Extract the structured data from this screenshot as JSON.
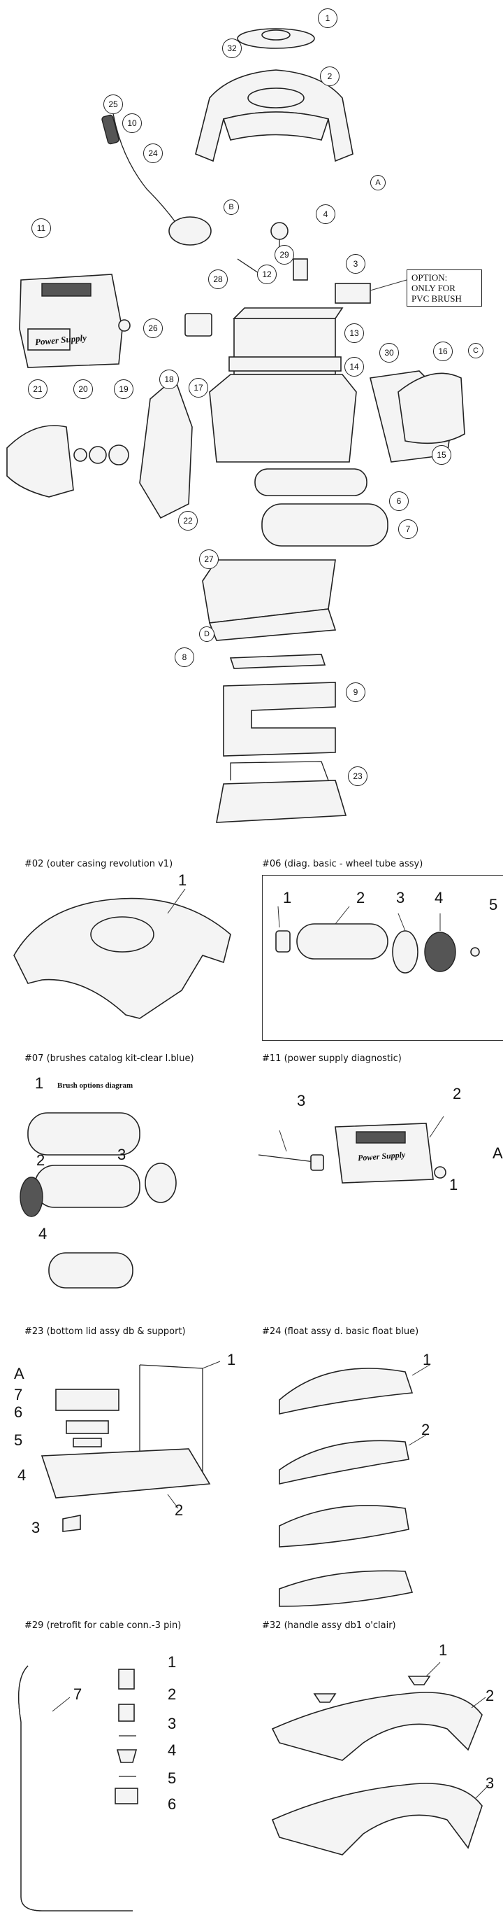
{
  "main_callouts": [
    "1",
    "32",
    "2",
    "25",
    "10",
    "24",
    "A",
    "B",
    "4",
    "11",
    "3",
    "29",
    "28",
    "12",
    "26",
    "13",
    "C",
    "16",
    "30",
    "14",
    "21",
    "20",
    "19",
    "18",
    "17",
    "22",
    "15",
    "6",
    "7",
    "27",
    "D",
    "8",
    "9",
    "23"
  ],
  "option_note": {
    "line1": "OPTION:",
    "line2": "ONLY FOR",
    "line3": "PVC BRUSH"
  },
  "power_supply_label": "Power Supply",
  "sections": [
    {
      "caption": "#02 (outer casing revolution v1)",
      "labels": [
        "1"
      ]
    },
    {
      "caption": "#06 (diag. basic - wheel tube assy)",
      "labels": [
        "1",
        "2",
        "3",
        "4",
        "5"
      ]
    },
    {
      "caption": "#07 (brushes catalog kit-clear l.blue)",
      "labels": [
        "1",
        "2",
        "3",
        "4"
      ],
      "inner_title": "Brush options diagram"
    },
    {
      "caption": "#11 (power supply diagnostic)",
      "labels": [
        "3",
        "2",
        "A",
        "1"
      ]
    },
    {
      "caption": "#23 (bottom lid assy db & support)",
      "labels": [
        "A",
        "7",
        "6",
        "5",
        "4",
        "3",
        "1",
        "2"
      ]
    },
    {
      "caption": "#24 (float assy d. basic float blue)",
      "labels": [
        "1",
        "2"
      ]
    },
    {
      "caption": "#29 (retrofit for cable conn.-3 pin)",
      "labels": [
        "1",
        "2",
        "3",
        "4",
        "5",
        "6",
        "7"
      ]
    },
    {
      "caption": "#32 (handle assy db1 o'clair)",
      "labels": [
        "1",
        "2",
        "3"
      ]
    }
  ]
}
